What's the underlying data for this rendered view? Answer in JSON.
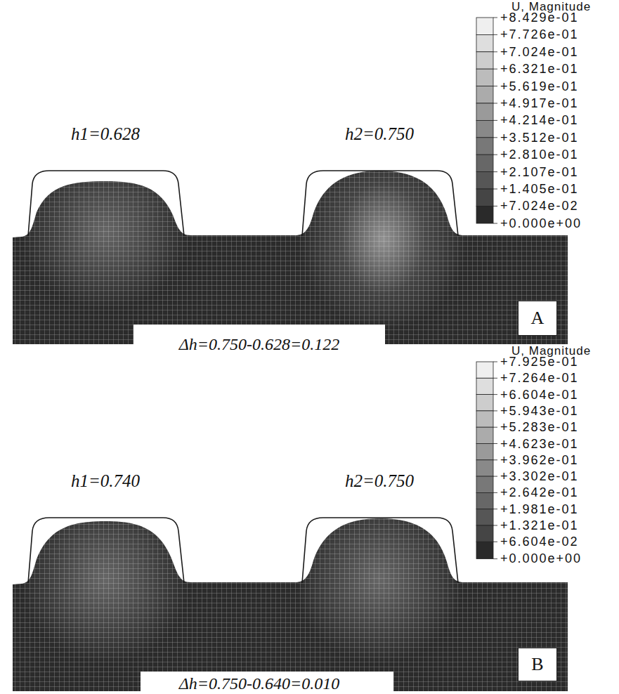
{
  "diagram": {
    "nodes": [
      {
        "text": [
          "A"
        ]
      },
      {
        "text": [
          "B"
        ]
      }
    ],
    "labels": [
      "U, Magnitude",
      "+8.429e-01",
      "+7.726e-01",
      "+7.024e-01",
      "+6.321e-01",
      "+5.619e-01",
      "+4.917e-01",
      "+4.214e-01",
      "+3.512e-01",
      "+2.810e-01",
      "+2.107e-01",
      "+1.405e-01",
      "+7.024e-02",
      "+0.000e+00",
      "h1=0.628",
      "h2=0.750",
      "Δh=0.750-0.628=0.122",
      "U, Magnitude",
      "+7.925e-01",
      "+7.264e-01",
      "+6.604e-01",
      "+5.943e-01",
      "+5.283e-01",
      "+4.623e-01",
      "+3.962e-01",
      "+3.302e-01",
      "+2.642e-01",
      "+1.981e-01",
      "+1.321e-01",
      "+6.604e-02",
      "+0.000e+00",
      "h1=0.740",
      "h2=0.750",
      "Δh=0.750-0.640=0.010"
    ]
  }
}
